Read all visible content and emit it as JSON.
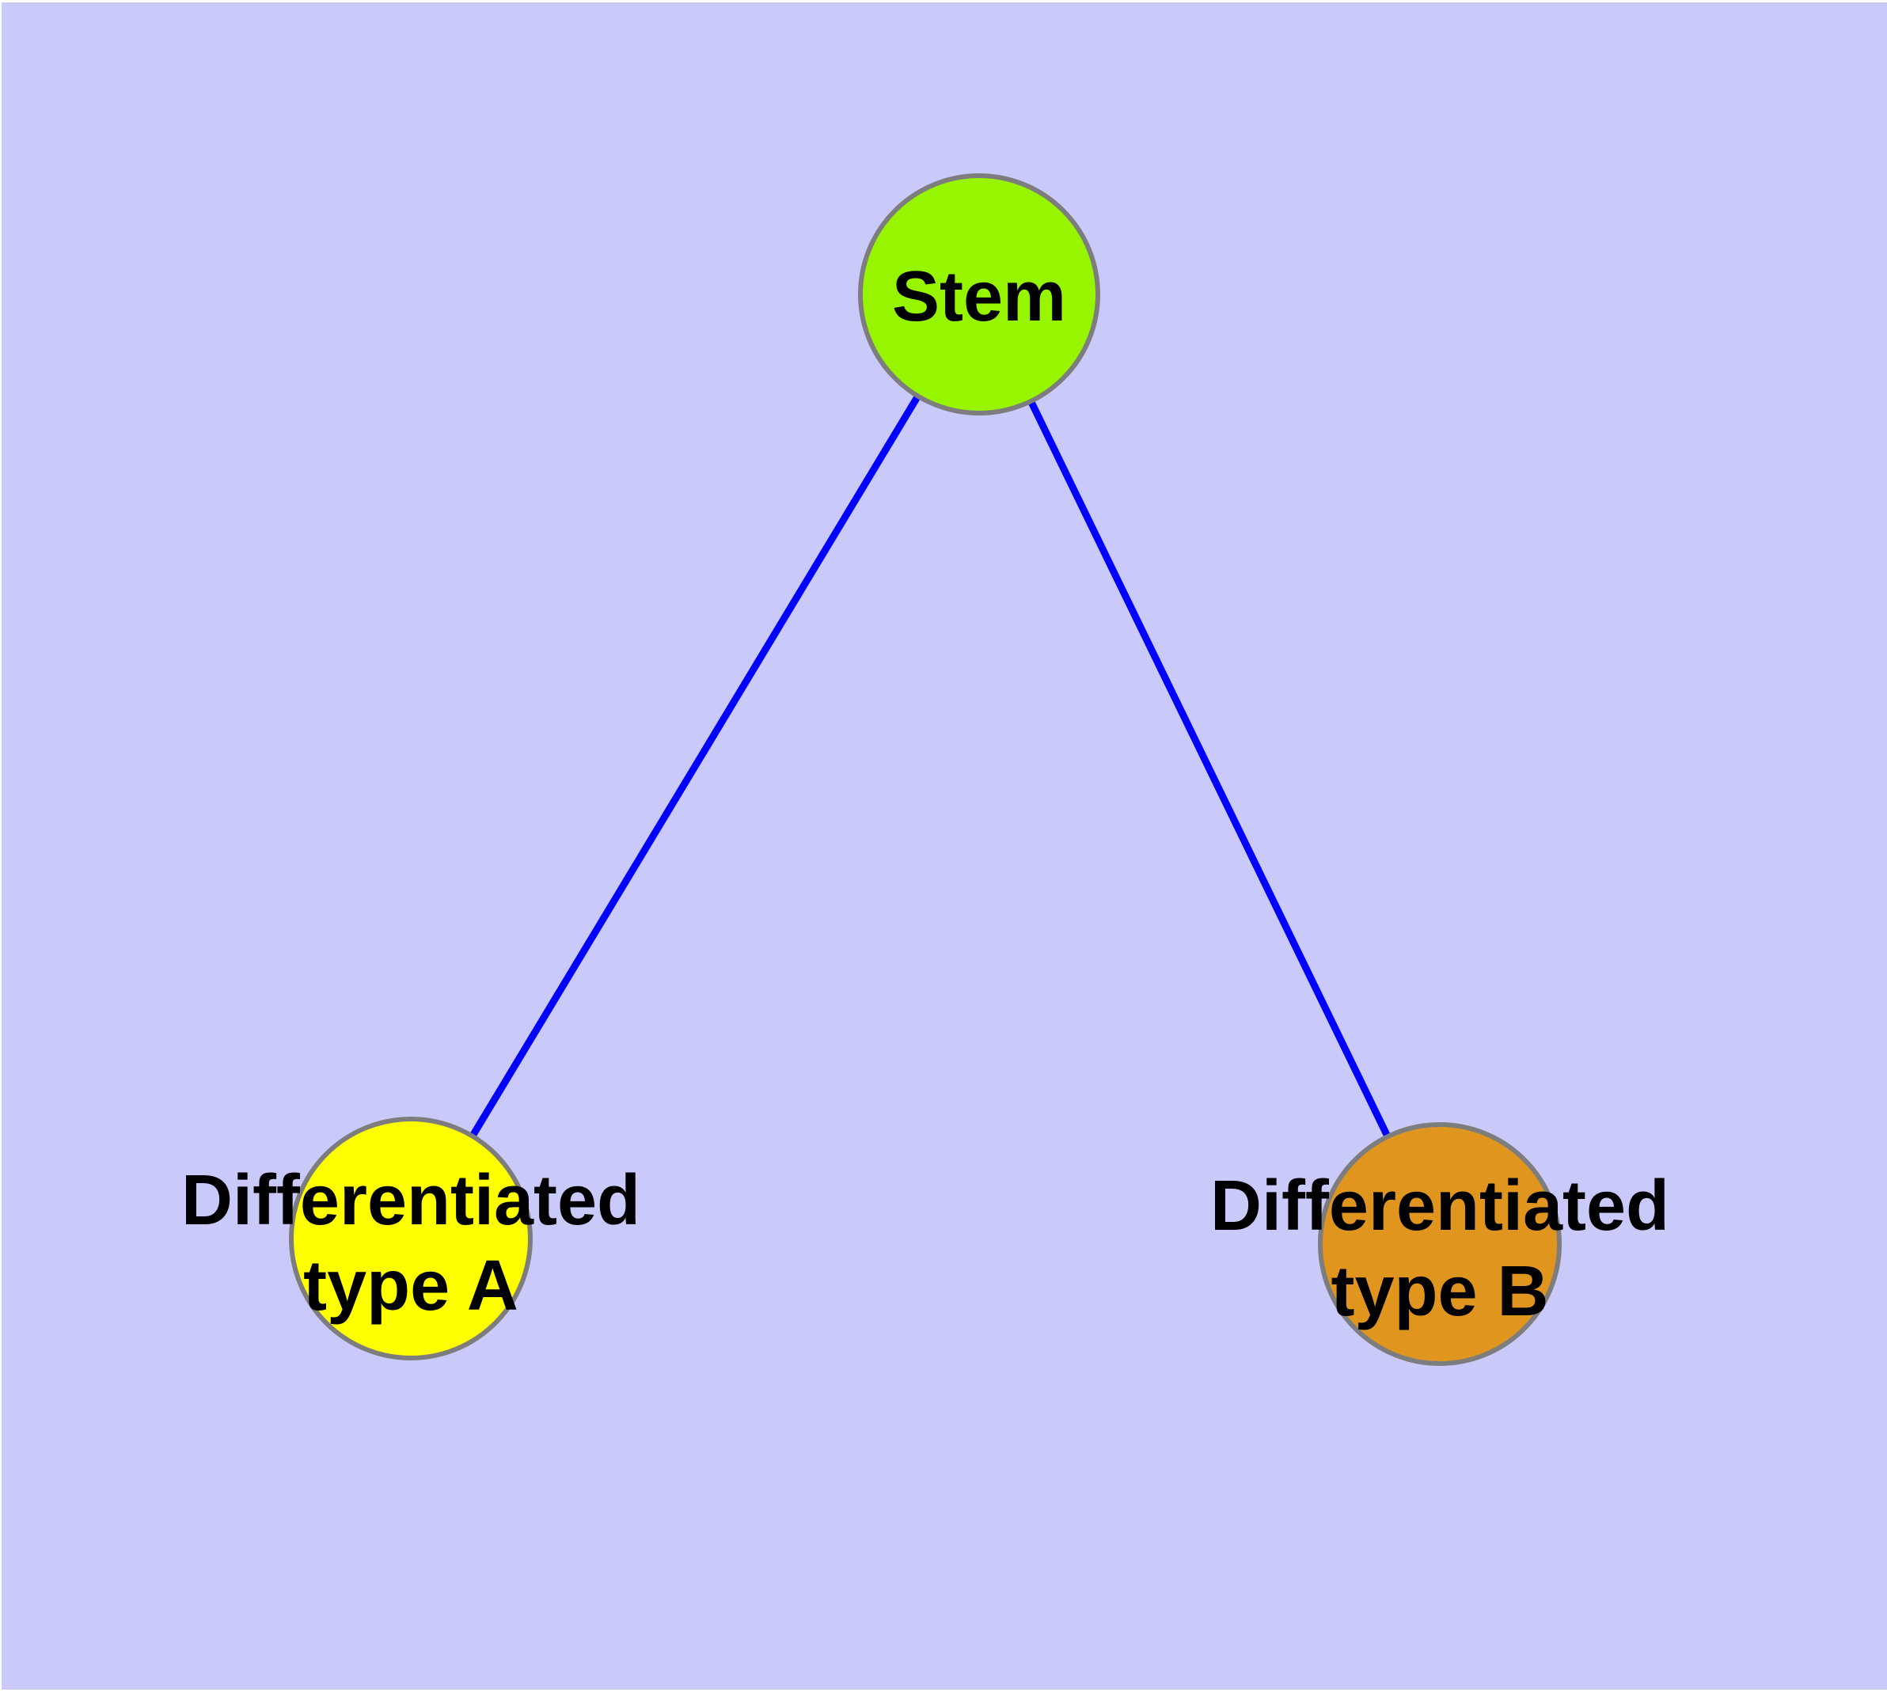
{
  "diagram": {
    "type": "graph",
    "background_color": "#CACAFA",
    "edge_color": "#0000FF",
    "node_border_color": "#7D7D7D",
    "text_color": "#000000",
    "nodes": [
      {
        "id": "stem",
        "label": "Stem",
        "fill": "#98F500"
      },
      {
        "id": "differentiated-type-a",
        "label_line1": "Differentiated",
        "label_line2": "type A",
        "fill": "#FFFF00"
      },
      {
        "id": "differentiated-type-b",
        "label_line1": "Differentiated",
        "label_line2": "type B",
        "fill": "#E0961E"
      }
    ],
    "edges": [
      {
        "from": "Stem",
        "to": "Differentiated type A"
      },
      {
        "from": "Stem",
        "to": "Differentiated type B"
      }
    ]
  }
}
